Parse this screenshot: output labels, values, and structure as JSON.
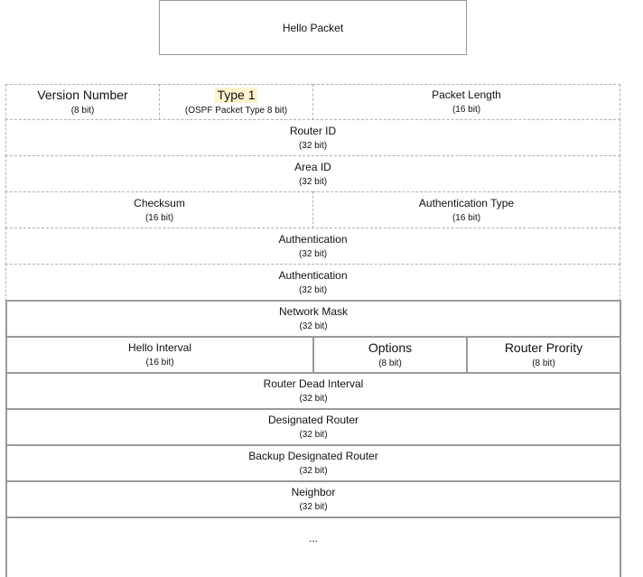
{
  "title": "Hello Packet",
  "header_fields": {
    "version": {
      "name": "Version Number",
      "bits": "(8 bit)"
    },
    "type": {
      "name": "Type 1",
      "bits": "(OSPF Packet Type 8 bit)"
    },
    "packet_length": {
      "name": "Packet Length",
      "bits": "(16 bit)"
    },
    "router_id": {
      "name": "Router ID",
      "bits": "(32 bit)"
    },
    "area_id": {
      "name": "Area ID",
      "bits": "(32 bit)"
    },
    "checksum": {
      "name": "Checksum",
      "bits": "(16 bit)"
    },
    "auth_type": {
      "name": "Authentication Type",
      "bits": "(16 bit)"
    },
    "auth1": {
      "name": "Authentication",
      "bits": "(32 bit)"
    },
    "auth2": {
      "name": "Authentication",
      "bits": "(32 bit)"
    }
  },
  "hello_fields": {
    "network_mask": {
      "name": "Network Mask",
      "bits": "(32 bit)"
    },
    "hello_interval": {
      "name": "Hello Interval",
      "bits": "(16 bit)"
    },
    "options": {
      "name": "Options",
      "bits": "(8 bit)"
    },
    "router_priority": {
      "name": "Router Prority",
      "bits": "(8 bit)"
    },
    "dead_interval": {
      "name": "Router Dead Interval",
      "bits": "(32 bit)"
    },
    "designated_router": {
      "name": "Designated Router",
      "bits": "(32 bit)"
    },
    "backup_designated_router": {
      "name": "Backup Designated Router",
      "bits": "(32 bit)"
    },
    "neighbor": {
      "name": "Neighbor",
      "bits": "(32 bit)"
    },
    "more": "..."
  },
  "colors": {
    "dashed_border": "#b0b0b0",
    "solid_border": "#9a9a9a",
    "highlight": "#fff2cc"
  }
}
